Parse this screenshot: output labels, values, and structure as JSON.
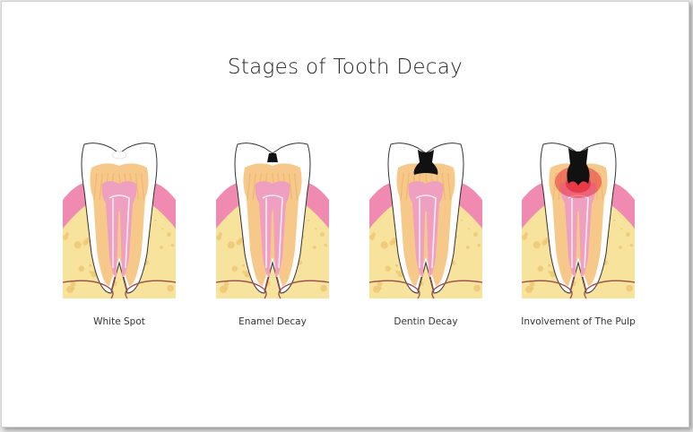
{
  "title": "Stages of Tooth Decay",
  "stages": [
    {
      "label": "White Spot",
      "decay": 0
    },
    {
      "label": "Enamel Decay",
      "decay": 1
    },
    {
      "label": "Dentin Decay",
      "decay": 2
    },
    {
      "label": "Involvement of The Pulp",
      "decay": 3
    }
  ],
  "colors": {
    "enamel": "#ffffff",
    "dentin": "#f6c98a",
    "pulp": "#ef9fc0",
    "gum": "#f08ab0",
    "bone": "#f7e39c",
    "bone_dot": "#edc36e",
    "nerve": "#9a4a4e",
    "cavity": "#111111",
    "inflammation": "#e8323c"
  }
}
